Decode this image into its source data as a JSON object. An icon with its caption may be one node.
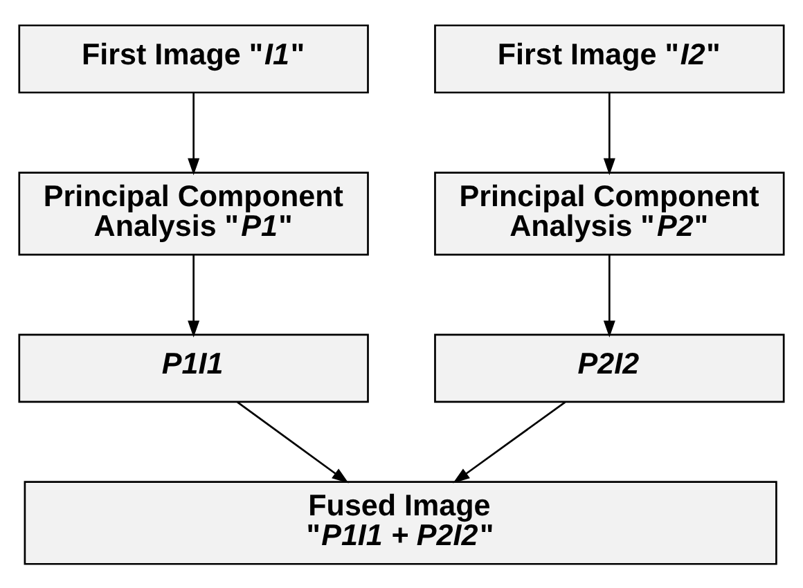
{
  "diagram": {
    "nodes": [
      {
        "text": [
          "First Image \"*I1*\""
        ]
      },
      {
        "text": [
          "First Image \"*I2*\""
        ]
      },
      {
        "text": [
          "Principal Component Analysis \"*P1*\""
        ]
      },
      {
        "text": [
          "Principal Component Analysis \"*P2*\""
        ]
      },
      {
        "text": [
          "P1I1"
        ]
      },
      {
        "text": [
          "P2I2"
        ]
      },
      {
        "text": [
          "Fused Image \"*P1I1 + P2I2*\""
        ]
      }
    ],
    "edges": [
      {
        "from": 0,
        "to": 2,
        "arrow": "to"
      },
      {
        "from": 1,
        "to": 3,
        "arrow": "to"
      },
      {
        "from": 2,
        "to": 4,
        "arrow": "to"
      },
      {
        "from": 3,
        "to": 5,
        "arrow": "to"
      },
      {
        "from": 4,
        "to": 6,
        "arrow": "to"
      },
      {
        "from": 5,
        "to": 6,
        "arrow": "to"
      }
    ]
  }
}
